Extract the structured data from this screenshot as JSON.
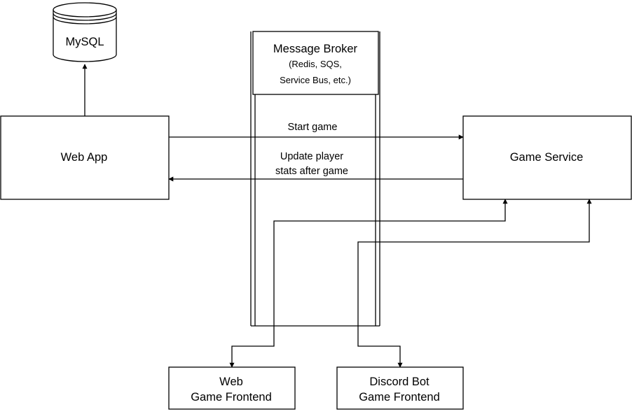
{
  "diagram": {
    "nodes": {
      "mysql": {
        "label": "MySQL"
      },
      "message_broker": {
        "title": "Message Broker",
        "subtitle_line1": "(Redis, SQS,",
        "subtitle_line2": "Service Bus, etc.)"
      },
      "web_app": {
        "label": "Web App"
      },
      "game_service": {
        "label": "Game Service"
      },
      "web_frontend": {
        "line1": "Web",
        "line2": "Game Frontend"
      },
      "discord_frontend": {
        "line1": "Discord Bot",
        "line2": "Game Frontend"
      }
    },
    "edges": {
      "start_game": {
        "label": "Start game"
      },
      "update_stats": {
        "line1": "Update player",
        "line2": "stats after game"
      }
    },
    "colors": {
      "stroke": "#000000",
      "fill": "#ffffff",
      "text": "#000000"
    }
  }
}
